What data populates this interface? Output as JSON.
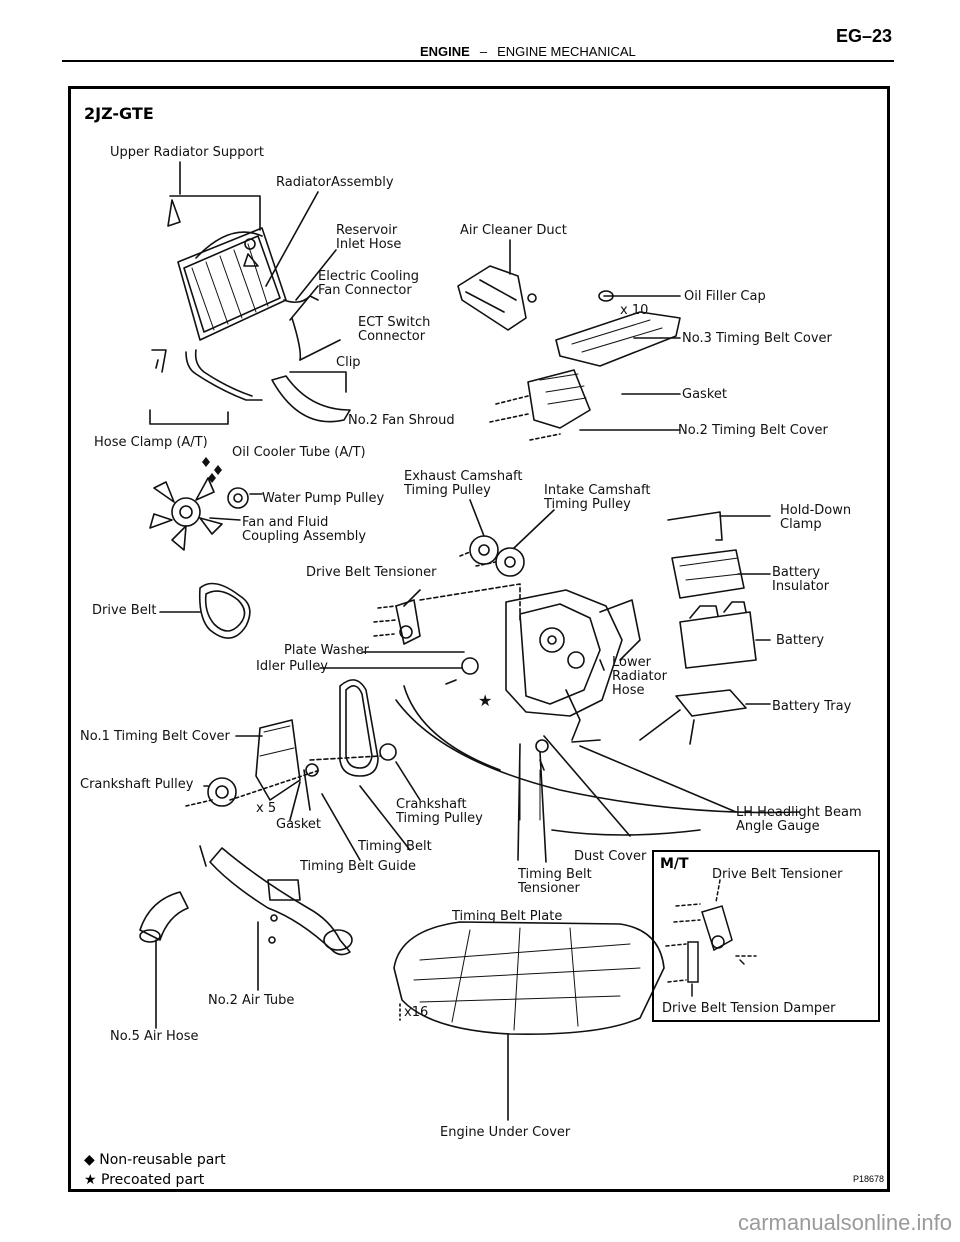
{
  "header": {
    "section": "ENGINE",
    "separator": "–",
    "subsection": "ENGINE MECHANICAL",
    "page_code": "EG–23"
  },
  "diagram": {
    "model": "2JZ-GTE",
    "labels": {
      "upper_radiator_support": "Upper Radiator Support",
      "radiator_assembly": "RadiatorAssembly",
      "reservoir_inlet_hose": "Reservoir\nInlet Hose",
      "air_cleaner_duct": "Air Cleaner Duct",
      "electric_cooling_fan_connector": "Electric Cooling\nFan Connector",
      "oil_filler_cap": "Oil Filler Cap",
      "x10": "x 10",
      "no3_timing_belt_cover": "No.3 Timing Belt Cover",
      "ect_switch_connector": "ECT Switch\nConnector",
      "clip": "Clip",
      "gasket_top": "Gasket",
      "no2_fan_shroud": "No.2 Fan Shroud",
      "no2_timing_belt_cover": "No.2 Timing Belt Cover",
      "hose_clamp_at": "Hose Clamp (A/T)",
      "oil_cooler_tube_at": "Oil Cooler Tube (A/T)",
      "exhaust_camshaft_timing_pulley": "Exhaust Camshaft\nTiming Pulley",
      "intake_camshaft_timing_pulley": "Intake Camshaft\nTiming Pulley",
      "water_pump_pulley": "Water Pump Pulley",
      "hold_down_clamp": "Hold-Down\nClamp",
      "fan_and_fluid_coupling": "Fan and Fluid\nCoupling Assembly",
      "drive_belt_tensioner": "Drive Belt Tensioner",
      "battery_insulator": "Battery\nInsulator",
      "drive_belt": "Drive Belt",
      "battery": "Battery",
      "plate_washer": "Plate Washer",
      "idler_pulley": "Idler Pulley",
      "lower_radiator_hose": "Lower\nRadiator\nHose",
      "battery_tray": "Battery Tray",
      "no1_timing_belt_cover": "No.1 Timing Belt Cover",
      "crankshaft_pulley": "Crankshaft Pulley",
      "x5": "x 5",
      "crankshaft_timing_pulley": "Crankshaft\nTiming Pulley",
      "gasket_bottom": "Gasket",
      "lh_headlight_beam_angle_gauge": "LH Headlight Beam\nAngle Gauge",
      "timing_belt": "Timing Belt",
      "dust_cover": "Dust Cover",
      "timing_belt_guide": "Timing Belt Guide",
      "timing_belt_tensioner": "Timing Belt\nTensioner",
      "timing_belt_plate": "Timing Belt Plate",
      "no2_air_tube": "No.2 Air Tube",
      "x16": "x16",
      "no5_air_hose": "No.5 Air Hose",
      "engine_under_cover": "Engine Under Cover"
    },
    "inset": {
      "title": "M/T",
      "drive_belt_tensioner": "Drive Belt Tensioner",
      "drive_belt_tension_damper": "Drive Belt Tension Damper"
    },
    "legend": {
      "non_reusable": "Non-reusable part",
      "precoated": "Precoated part",
      "non_reusable_icon": "filled-diamond-icon",
      "precoated_icon": "star-icon"
    },
    "figure_code": "P18678"
  },
  "watermark": "carmanualsonline.info"
}
